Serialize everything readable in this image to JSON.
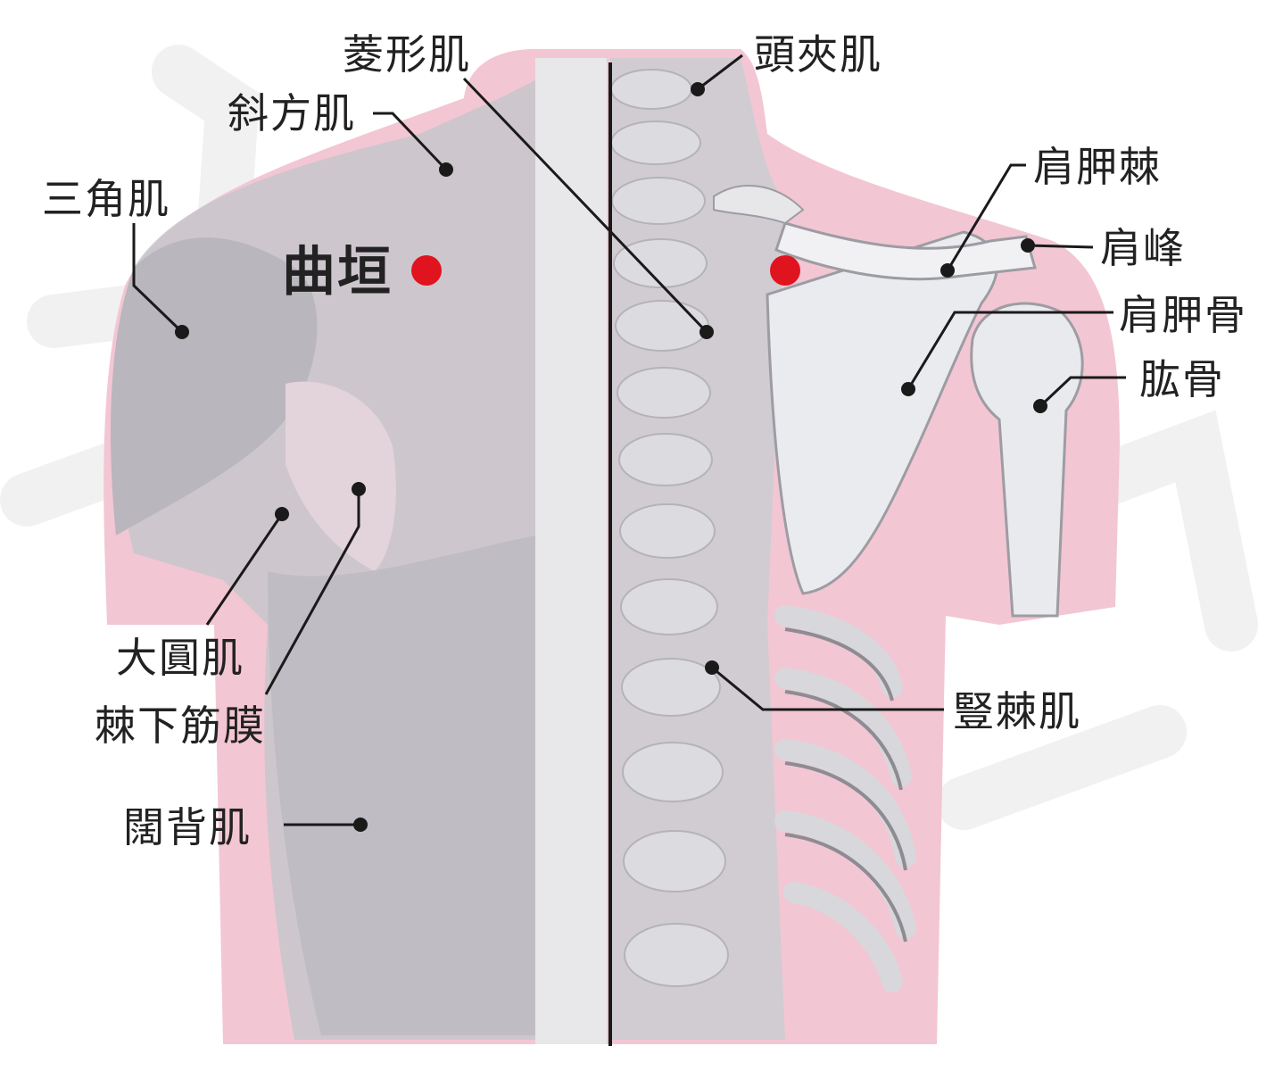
{
  "colors": {
    "acupoint": "#e0141e",
    "skin_pink": "#f3c6d3",
    "muscle": "#c9c6cc",
    "bone": "#e9eaee",
    "leader": "#1a1a1a"
  },
  "acupoint": {
    "name": "曲垣"
  },
  "labels": {
    "rhomboid": "菱形肌",
    "splenius": "頭夾肌",
    "trapezius": "斜方肌",
    "scapular_spine": "肩胛棘",
    "deltoid": "三角肌",
    "acromion": "肩峰",
    "scapula": "肩胛骨",
    "humerus": "肱骨",
    "teres_major": "大圓肌",
    "infraspinatus_fascia": "棘下筋膜",
    "latissimus": "闊背肌",
    "erector_spinae": "豎棘肌"
  }
}
